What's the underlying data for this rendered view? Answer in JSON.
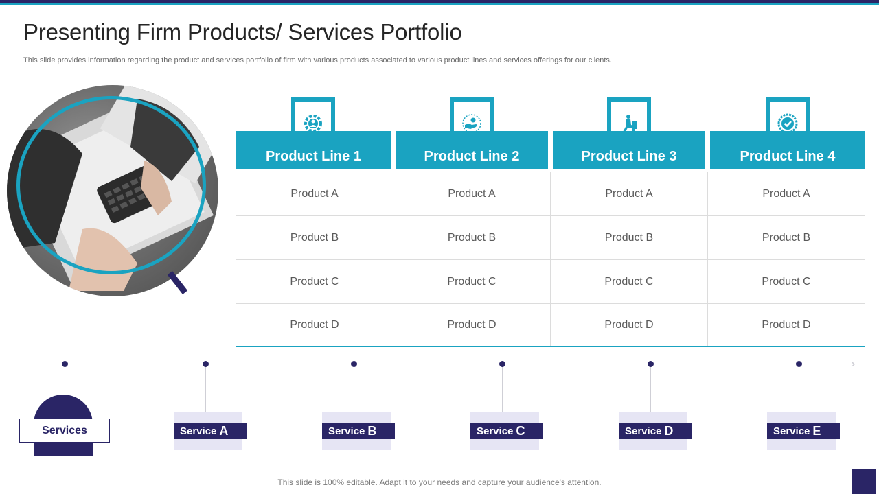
{
  "title": "Presenting Firm Products/ Services Portfolio",
  "subtitle": "This slide provides information regarding the product and services portfolio of firm with various products associated to various product lines and services offerings for our clients.",
  "colors": {
    "teal": "#1aa3c1",
    "navy": "#2a2566",
    "lavender": "#e6e5f4"
  },
  "product_lines": [
    {
      "label": "Product Line 1",
      "icon": "gear-person-icon",
      "products": [
        "Product A",
        "Product B",
        "Product C",
        "Product D"
      ]
    },
    {
      "label": "Product Line 2",
      "icon": "hand-coin-icon",
      "products": [
        "Product A",
        "Product B",
        "Product C",
        "Product D"
      ]
    },
    {
      "label": "Product Line 3",
      "icon": "kneeling-person-icon",
      "products": [
        "Product A",
        "Product B",
        "Product C",
        "Product D"
      ]
    },
    {
      "label": "Product Line 4",
      "icon": "badge-check-icon",
      "products": [
        "Product A",
        "Product B",
        "Product C",
        "Product D"
      ]
    }
  ],
  "services": {
    "title": "Services",
    "items": [
      {
        "prefix": "Service",
        "letter": "A"
      },
      {
        "prefix": "Service",
        "letter": "B"
      },
      {
        "prefix": "Service",
        "letter": "C"
      },
      {
        "prefix": "Service",
        "letter": "D"
      },
      {
        "prefix": "Service",
        "letter": "E"
      }
    ]
  },
  "footer": "This slide is 100% editable. Adapt it to your needs and capture your audience's attention."
}
